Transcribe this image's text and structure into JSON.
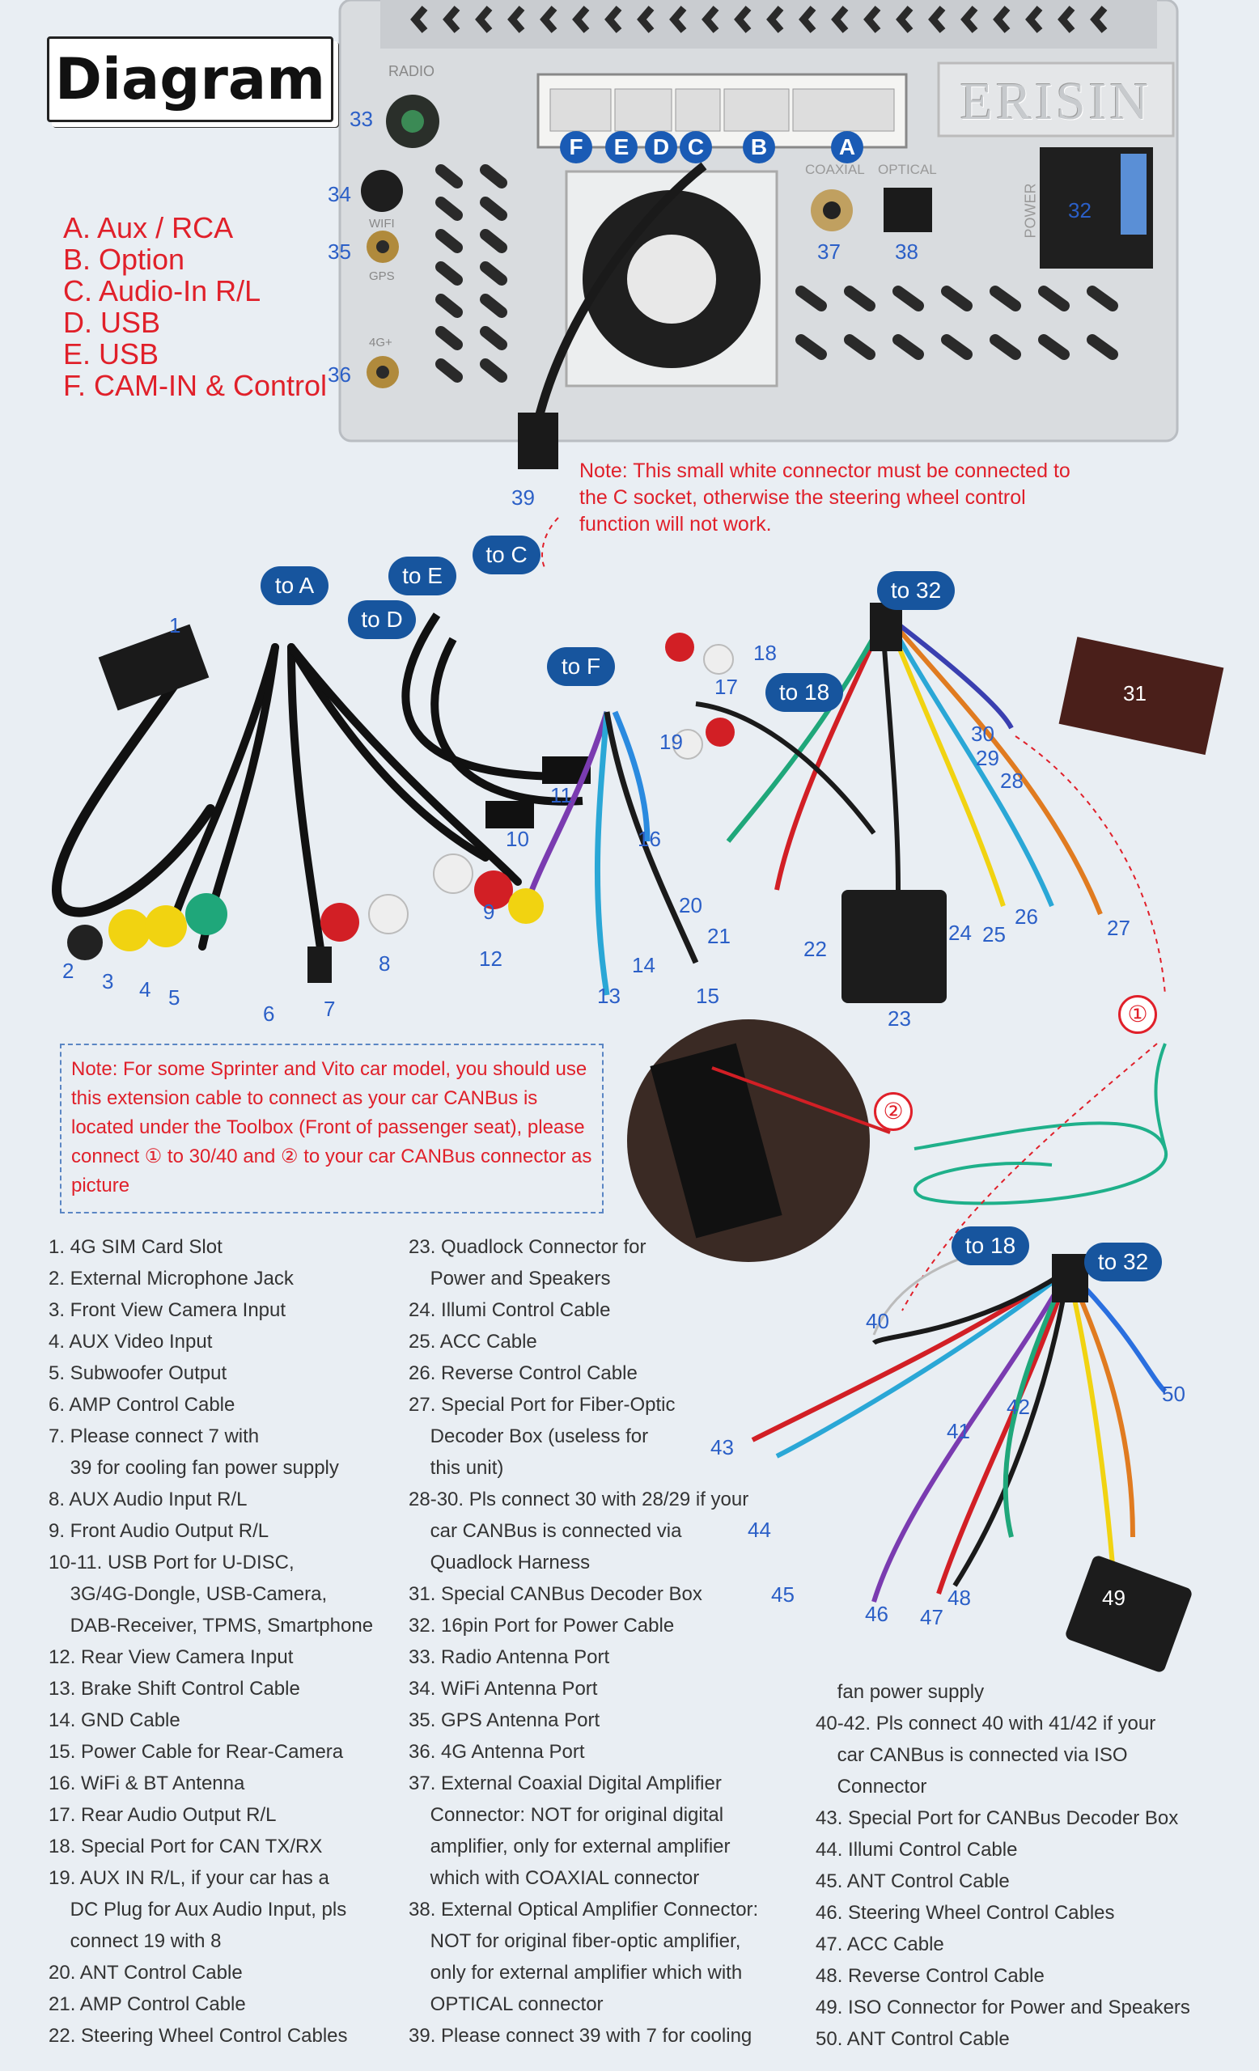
{
  "title": "Diagram",
  "brand": "ERISIN",
  "legend": [
    "A. Aux / RCA",
    "B. Option",
    "C. Audio-In R/L",
    "D. USB",
    "E. USB",
    "F. CAM-IN & Control"
  ],
  "port_letters": [
    "F",
    "E",
    "D",
    "C",
    "B",
    "A"
  ],
  "unit_labels": {
    "radio": "RADIO",
    "wifi": "WIFI",
    "gps": "GPS",
    "g4": "4G+",
    "coaxial": "COAXIAL",
    "optical": "OPTICAL",
    "power": "POWER"
  },
  "note_top": "Note: This small white connector must be connected to the C socket, otherwise the steering wheel control function will not work.",
  "note_box": "Note: For some Sprinter and Vito car model, you should use this extension cable to connect as your car CANBus is located under the Toolbox (Front of passenger seat), please connect ① to 30/40 and ② to your car CANBus connector as picture",
  "tags": {
    "to_a": "to A",
    "to_e": "to E",
    "to_d": "to D",
    "to_c": "to C",
    "to_f": "to F",
    "to_32": "to 32",
    "to_18": "to 18",
    "to_18b": "to 18",
    "to_32b": "to 32"
  },
  "circles": {
    "c1": "①",
    "c2": "②"
  },
  "list_col1": [
    "1. 4G SIM Card Slot",
    "2. External Microphone Jack",
    "3. Front View Camera Input",
    "4. AUX Video Input",
    "5. Subwoofer Output",
    "6. AMP Control Cable",
    "7. Please connect 7 with",
    "    39 for cooling fan power supply",
    "8. AUX Audio Input R/L",
    "9. Front Audio Output R/L",
    "10-11. USB Port for U-DISC,",
    "    3G/4G-Dongle, USB-Camera,",
    "    DAB-Receiver, TPMS, Smartphone",
    "12. Rear View Camera Input",
    "13. Brake Shift Control Cable",
    "14. GND Cable",
    "15. Power Cable for Rear-Camera",
    "16. WiFi & BT Antenna",
    "17. Rear Audio Output R/L",
    "18. Special Port for CAN TX/RX",
    "19. AUX IN R/L, if your car has a",
    "    DC Plug for Aux Audio Input, pls",
    "    connect 19 with 8",
    "20. ANT Control Cable",
    "21. AMP Control Cable",
    "22. Steering Wheel Control Cables"
  ],
  "list_col2": [
    "23. Quadlock Connector for",
    "    Power and Speakers",
    "24. Illumi Control Cable",
    "25. ACC Cable",
    "26. Reverse Control Cable",
    "27. Special Port for Fiber-Optic",
    "    Decoder Box (useless for",
    "    this unit)",
    "28-30. Pls connect 30 with 28/29 if your",
    "    car CANBus is connected via",
    "    Quadlock Harness",
    "31. Special CANBus Decoder Box",
    "32. 16pin Port for Power Cable",
    "33. Radio Antenna Port",
    "34. WiFi Antenna Port",
    "35. GPS Antenna Port",
    "36. 4G Antenna Port",
    "37. External Coaxial Digital Amplifier",
    "    Connector: NOT for original digital",
    "    amplifier, only for external amplifier",
    "    which with COAXIAL connector",
    "38. External Optical Amplifier Connector:",
    "    NOT for original fiber-optic amplifier,",
    "    only for external amplifier which with",
    "    OPTICAL connector",
    "39. Please connect 39 with 7 for cooling"
  ],
  "list_col3": [
    "    fan power supply",
    "40-42. Pls connect 40 with 41/42 if your",
    "    car CANBus is connected via ISO",
    "    Connector",
    "43. Special Port for CANBus Decoder Box",
    "44. Illumi Control Cable",
    "45. ANT Control Cable",
    "46. Steering Wheel Control Cables",
    "47. ACC Cable",
    "48. Reverse Control Cable",
    "49. ISO Connector for Power and Speakers",
    "50. ANT Control Cable"
  ],
  "numbers": [
    "1",
    "2",
    "3",
    "4",
    "5",
    "6",
    "7",
    "8",
    "9",
    "10",
    "11",
    "12",
    "13",
    "14",
    "15",
    "16",
    "17",
    "18",
    "19",
    "20",
    "21",
    "22",
    "23",
    "24",
    "25",
    "26",
    "27",
    "28",
    "29",
    "30",
    "31",
    "32",
    "33",
    "34",
    "35",
    "36",
    "37",
    "38",
    "39",
    "40",
    "41",
    "42",
    "43",
    "44",
    "45",
    "46",
    "47",
    "48",
    "49",
    "50"
  ]
}
